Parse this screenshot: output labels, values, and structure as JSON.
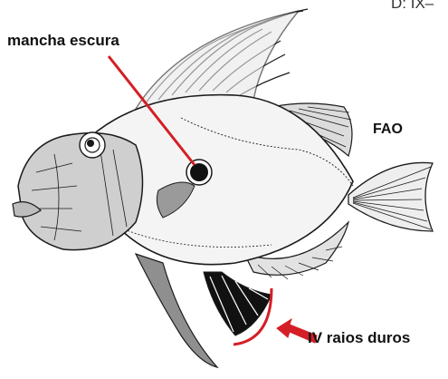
{
  "labels": {
    "corner": "D: IX–",
    "dark_spot": "mancha escura",
    "source": "FAO",
    "hard_rays": "IV raios duros"
  },
  "colors": {
    "annotation_red": "#d41f26",
    "ink": "#1a1a1a",
    "body_fill": "#f4f4f4"
  }
}
